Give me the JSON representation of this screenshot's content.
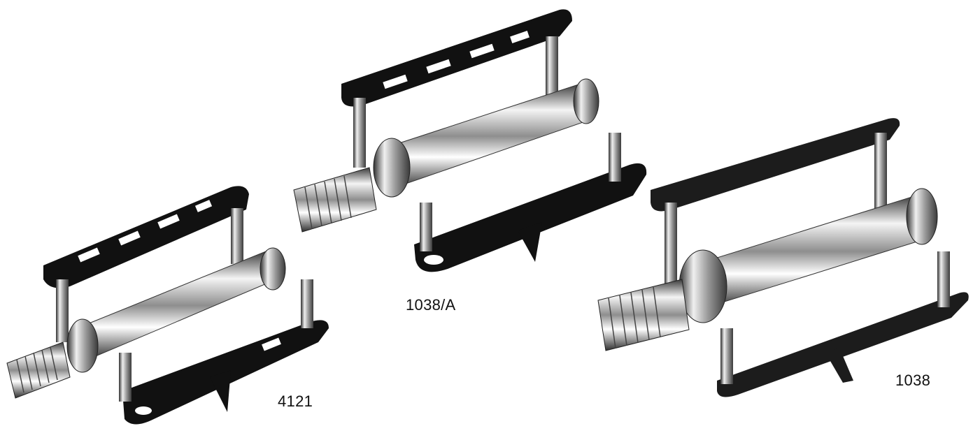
{
  "labels": {
    "pedal_4121": "4121",
    "pedal_1038a": "1038/A",
    "pedal_1038": "1038"
  },
  "colors": {
    "background": "#ffffff",
    "cage_black": "#111111",
    "chrome_light": "#f2f2f2",
    "chrome_mid": "#9a9a9a",
    "chrome_dark": "#3a3a3a"
  },
  "icons": [
    "quill-pedal-4121",
    "quill-pedal-1038a",
    "quill-pedal-1038"
  ]
}
